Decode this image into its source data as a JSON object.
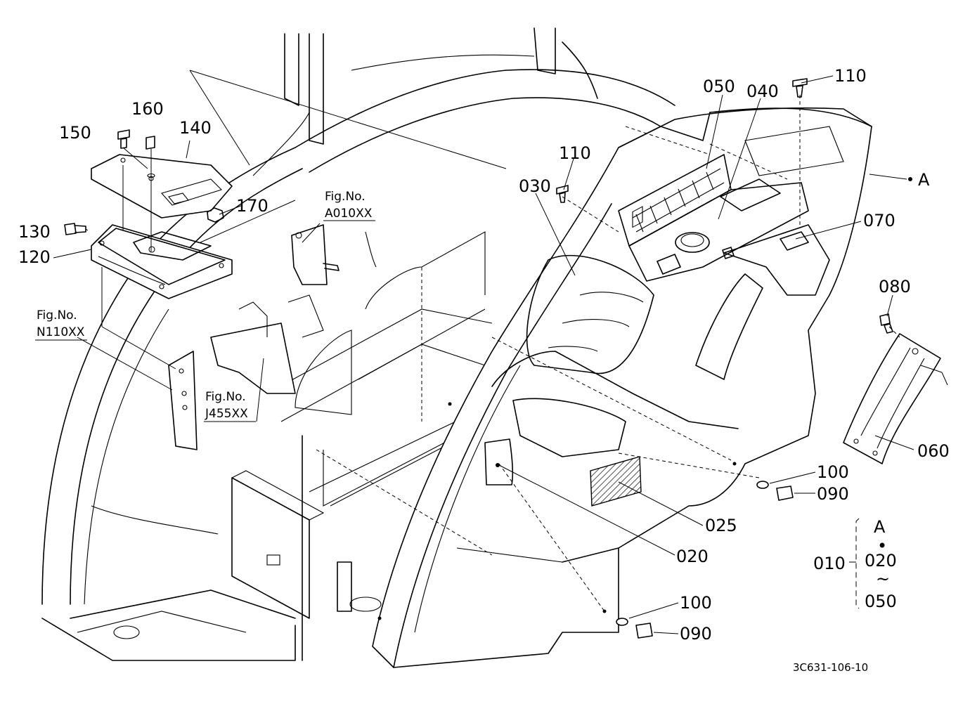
{
  "diagram": {
    "drawing_code": "3C631-106-10",
    "parts": {
      "p010": "010",
      "p020": "020",
      "p025": "025",
      "p030": "030",
      "p040": "040",
      "p050": "050",
      "p060": "060",
      "p070": "070",
      "p080": "080",
      "p090": "090",
      "p100": "100",
      "p110": "110",
      "p120": "120",
      "p130": "130",
      "p140": "140",
      "p150": "150",
      "p160": "160",
      "p170": "170",
      "view_a": "A"
    },
    "figure_refs": {
      "caption": "Fig.No.",
      "a010": "A010XX",
      "n110": "N110XX",
      "j455": "J455XX"
    },
    "assembly_legend": {
      "group": "010",
      "items": [
        "A",
        "•",
        "020",
        "~",
        "050"
      ]
    }
  }
}
